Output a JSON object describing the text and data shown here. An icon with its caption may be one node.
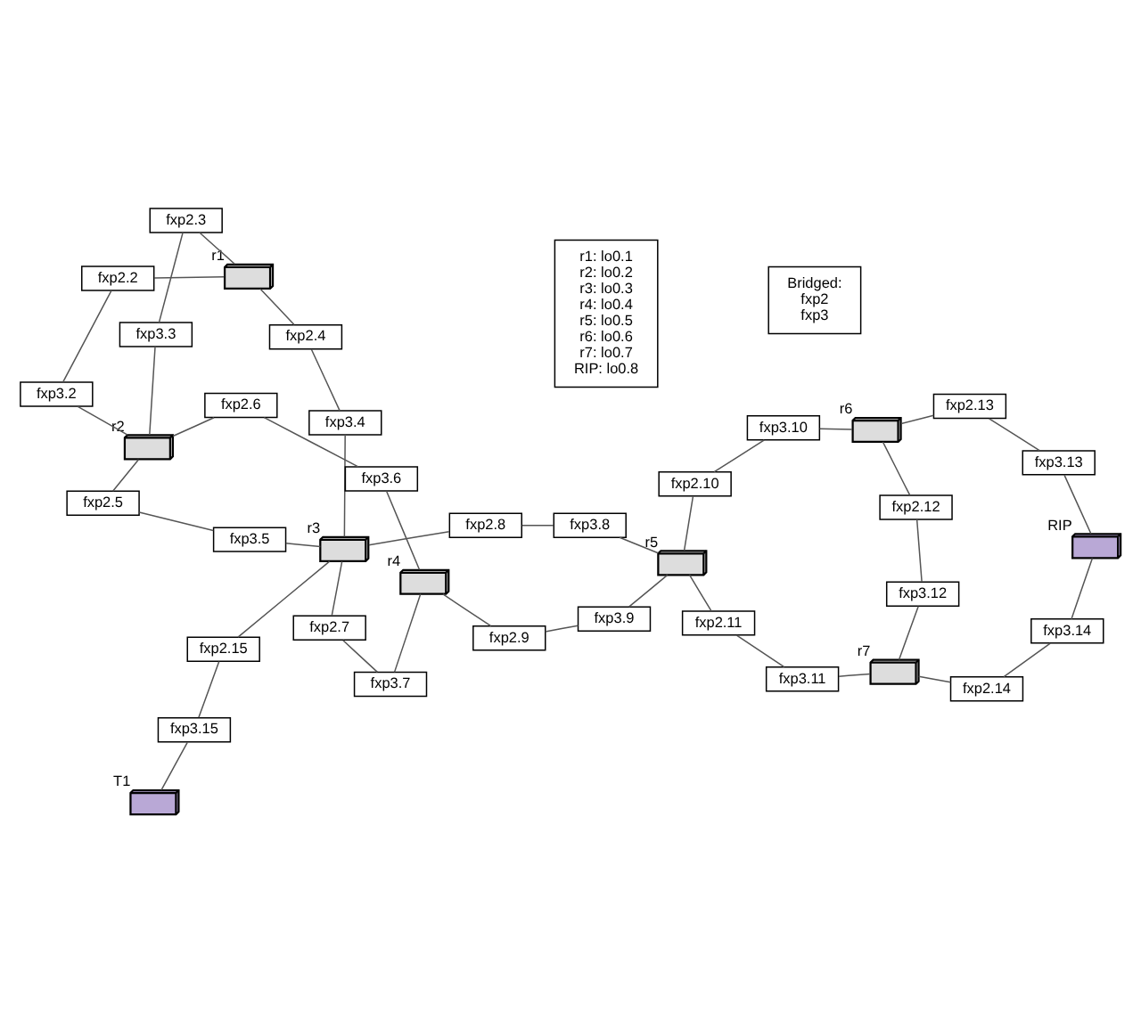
{
  "diagram": {
    "nodes": [
      {
        "text": [
          "r1: lo0.1",
          "r2: lo0.2",
          "r3: lo0.3",
          "r4: lo0.4",
          "r5: lo0.5",
          "r6: lo0.6",
          "r7: lo0.7",
          "RIP: lo0.8"
        ]
      },
      {
        "text": [
          "Bridged:",
          "fxp2",
          "fxp3"
        ]
      },
      {
        "text": [],
        "shape": "picture",
        "beside": [
          "T1"
        ]
      },
      {
        "text": [],
        "shape": "picture",
        "beside": [
          "r1"
        ]
      },
      {
        "text": [],
        "shape": "picture",
        "beside": [
          "r3"
        ]
      },
      {
        "text": [],
        "shape": "picture",
        "beside": [
          "r6"
        ]
      },
      {
        "text": [],
        "shape": "picture",
        "beside": [
          "r5"
        ]
      },
      {
        "text": [],
        "shape": "picture",
        "beside": [
          "r2"
        ]
      },
      {
        "text": [],
        "shape": "picture",
        "beside": [
          "r4"
        ]
      },
      {
        "text": [],
        "shape": "picture",
        "beside": [
          "r7"
        ]
      },
      {
        "text": [],
        "shape": "picture",
        "beside": [
          "RIP"
        ]
      },
      {
        "text": [
          "fxp2.4"
        ]
      },
      {
        "text": [
          "fxp3.4"
        ]
      },
      {
        "text": [
          "fxp2.2"
        ]
      },
      {
        "text": [
          "fxp3.2"
        ]
      },
      {
        "text": [
          "fxp2.3"
        ]
      },
      {
        "text": [
          "fxp3.3"
        ]
      },
      {
        "text": [
          "fxp2.5"
        ]
      },
      {
        "text": [
          "fxp3.5"
        ]
      },
      {
        "text": [
          "fxp2.6"
        ]
      },
      {
        "text": [
          "fxp3.6"
        ]
      },
      {
        "text": [
          "fxp2.7"
        ]
      },
      {
        "text": [
          "fxp3.7"
        ]
      },
      {
        "text": [
          "fxp2.8"
        ]
      },
      {
        "text": [
          "fxp3.8"
        ]
      },
      {
        "text": [
          "fxp2.15"
        ]
      },
      {
        "text": [
          "fxp3.15"
        ]
      },
      {
        "text": [
          "fxp2.9"
        ]
      },
      {
        "text": [
          "fxp3.9"
        ]
      },
      {
        "text": [
          "fxp2.10"
        ]
      },
      {
        "text": [
          "fxp3.10"
        ]
      },
      {
        "text": [
          "fxp2.11"
        ]
      },
      {
        "text": [
          "fxp3.11"
        ]
      },
      {
        "text": [
          "fxp2.12"
        ]
      },
      {
        "text": [
          "fxp3.12"
        ]
      },
      {
        "text": [
          "fxp2.13"
        ]
      },
      {
        "text": [
          "fxp3.13"
        ]
      },
      {
        "text": [
          "fxp2.14"
        ]
      },
      {
        "text": [
          "fxp3.14"
        ]
      }
    ],
    "edges": [
      {
        "from": 3,
        "to": 11,
        "arrow": "none"
      },
      {
        "from": 11,
        "to": 12,
        "arrow": "none"
      },
      {
        "from": 12,
        "to": 4,
        "arrow": "none"
      },
      {
        "from": 3,
        "to": 13,
        "arrow": "none"
      },
      {
        "from": 13,
        "to": 14,
        "arrow": "none"
      },
      {
        "from": 14,
        "to": 7,
        "arrow": "none"
      },
      {
        "from": 3,
        "to": 15,
        "arrow": "none"
      },
      {
        "from": 15,
        "to": 16,
        "arrow": "none"
      },
      {
        "from": 16,
        "to": 7,
        "arrow": "none"
      },
      {
        "from": 7,
        "to": 17,
        "arrow": "none"
      },
      {
        "from": 17,
        "to": 18,
        "arrow": "none"
      },
      {
        "from": 18,
        "to": 4,
        "arrow": "none"
      },
      {
        "from": 7,
        "to": 19,
        "arrow": "none"
      },
      {
        "from": 19,
        "to": 20,
        "arrow": "none"
      },
      {
        "from": 20,
        "to": 8,
        "arrow": "none"
      },
      {
        "from": 4,
        "to": 21,
        "arrow": "none"
      },
      {
        "from": 21,
        "to": 22,
        "arrow": "none"
      },
      {
        "from": 22,
        "to": 8,
        "arrow": "none"
      },
      {
        "from": 4,
        "to": 23,
        "arrow": "none"
      },
      {
        "from": 23,
        "to": 24,
        "arrow": "none"
      },
      {
        "from": 24,
        "to": 6,
        "arrow": "none"
      },
      {
        "from": 4,
        "to": 25,
        "arrow": "none"
      },
      {
        "from": 25,
        "to": 26,
        "arrow": "none"
      },
      {
        "from": 26,
        "to": 2,
        "arrow": "none"
      },
      {
        "from": 8,
        "to": 27,
        "arrow": "none"
      },
      {
        "from": 27,
        "to": 28,
        "arrow": "none"
      },
      {
        "from": 28,
        "to": 6,
        "arrow": "none"
      },
      {
        "from": 6,
        "to": 29,
        "arrow": "none"
      },
      {
        "from": 29,
        "to": 30,
        "arrow": "none"
      },
      {
        "from": 30,
        "to": 5,
        "arrow": "none"
      },
      {
        "from": 6,
        "to": 31,
        "arrow": "none"
      },
      {
        "from": 31,
        "to": 32,
        "arrow": "none"
      },
      {
        "from": 32,
        "to": 9,
        "arrow": "none"
      },
      {
        "from": 5,
        "to": 33,
        "arrow": "none"
      },
      {
        "from": 33,
        "to": 34,
        "arrow": "none"
      },
      {
        "from": 34,
        "to": 9,
        "arrow": "none"
      },
      {
        "from": 5,
        "to": 35,
        "arrow": "none"
      },
      {
        "from": 35,
        "to": 36,
        "arrow": "none"
      },
      {
        "from": 36,
        "to": 10,
        "arrow": "none"
      },
      {
        "from": 9,
        "to": 37,
        "arrow": "none"
      },
      {
        "from": 37,
        "to": 38,
        "arrow": "none"
      },
      {
        "from": 38,
        "to": 10,
        "arrow": "none"
      }
    ]
  }
}
